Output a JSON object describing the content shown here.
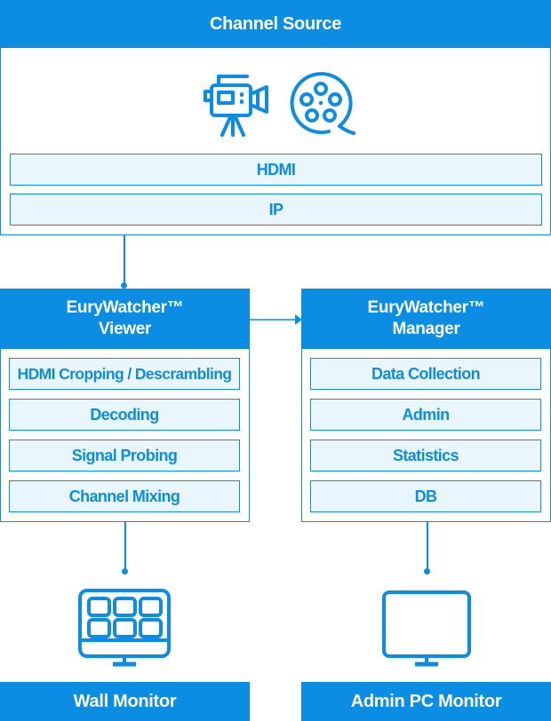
{
  "source": {
    "title": "Channel Source",
    "icons": [
      "video-camera-icon",
      "film-reel-icon"
    ],
    "items": [
      "HDMI",
      "IP"
    ]
  },
  "viewer": {
    "title_line1": "EuryWatcher™",
    "title_line2": "Viewer",
    "items": [
      "HDMI Cropping / Descrambling",
      "Decoding",
      "Signal Probing",
      "Channel Mixing"
    ]
  },
  "manager": {
    "title_line1": "EuryWatcher™",
    "title_line2": "Manager",
    "items": [
      "Data Collection",
      "Admin",
      "Statistics",
      "DB"
    ]
  },
  "outputs": {
    "wall": {
      "label": "Wall Monitor",
      "icon": "video-wall-monitor-icon"
    },
    "admin": {
      "label": "Admin PC Monitor",
      "icon": "pc-monitor-icon"
    }
  },
  "colors": {
    "accent": "#0a8de3",
    "item_bg": "#eaf6fe"
  }
}
